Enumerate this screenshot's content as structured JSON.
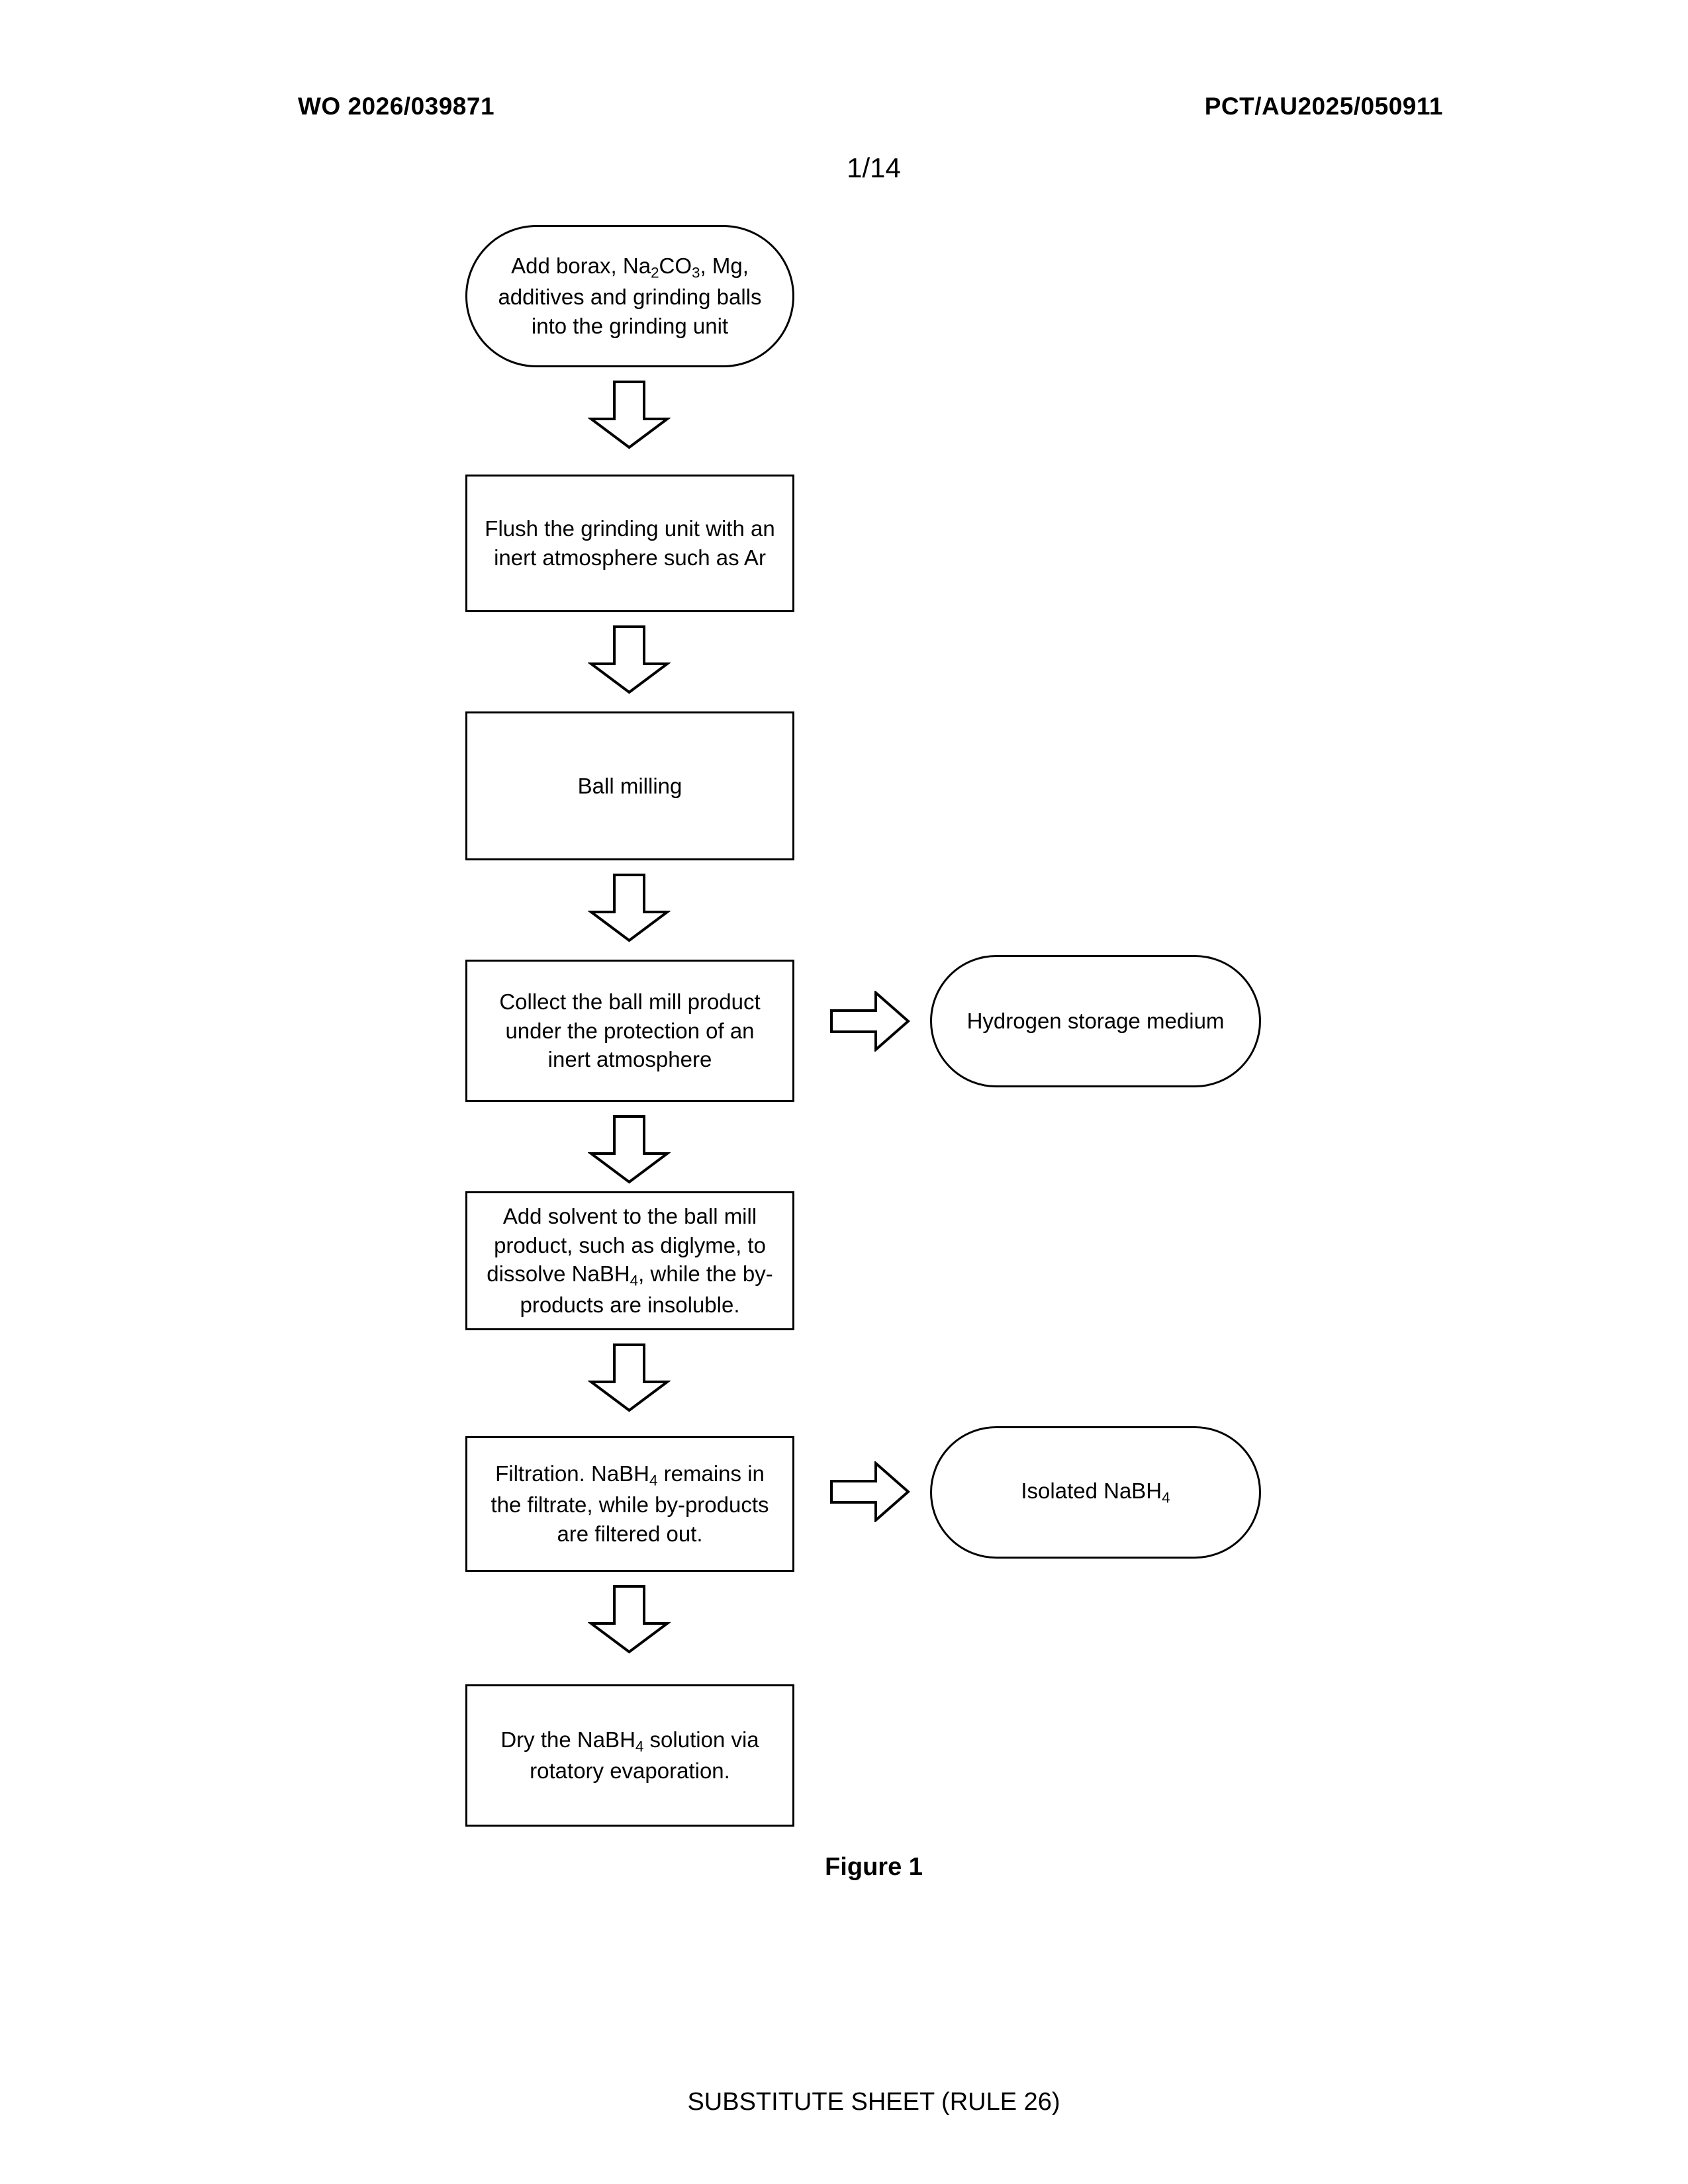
{
  "header": {
    "publication_number": "WO 2026/039871",
    "application_number": "PCT/AU2025/050911"
  },
  "sheet": {
    "number": "1/14"
  },
  "figure": {
    "caption": "Figure 1"
  },
  "footer": {
    "text": "SUBSTITUTE SHEET (RULE 26)"
  },
  "colors": {
    "stroke": "#000000",
    "fill": "#ffffff",
    "text": "#000000"
  },
  "chart_data": {
    "type": "flowchart",
    "title": "Figure 1",
    "orientation": "top-to-bottom",
    "nodes": [
      {
        "id": "n1",
        "shape": "stadium",
        "column": "main",
        "text_plain": "Add borax, Na2CO3, Mg, additives and grinding balls into the grinding unit",
        "lines": [
          [
            {
              "t": "Add borax, Na"
            },
            {
              "t": "2",
              "sub": true
            },
            {
              "t": "CO"
            },
            {
              "t": "3",
              "sub": true
            },
            {
              "t": ", Mg,"
            }
          ],
          [
            {
              "t": "additives and grinding balls"
            }
          ],
          [
            {
              "t": "into the grinding unit"
            }
          ]
        ]
      },
      {
        "id": "n2",
        "shape": "rect",
        "column": "main",
        "text_plain": "Flush the grinding unit with an inert atmosphere such as Ar",
        "lines": [
          [
            {
              "t": "Flush the grinding unit with an"
            }
          ],
          [
            {
              "t": "inert atmosphere such as Ar"
            }
          ]
        ]
      },
      {
        "id": "n3",
        "shape": "rect",
        "column": "main",
        "text_plain": "Ball milling",
        "lines": [
          [
            {
              "t": "Ball milling"
            }
          ]
        ]
      },
      {
        "id": "n4",
        "shape": "rect",
        "column": "main",
        "text_plain": "Collect the ball mill product under the protection of an inert atmosphere",
        "lines": [
          [
            {
              "t": "Collect the ball mill product"
            }
          ],
          [
            {
              "t": "under the protection of an"
            }
          ],
          [
            {
              "t": "inert atmosphere"
            }
          ]
        ]
      },
      {
        "id": "s1",
        "shape": "stadium",
        "column": "side",
        "text_plain": "Hydrogen storage medium",
        "lines": [
          [
            {
              "t": "Hydrogen storage medium"
            }
          ]
        ]
      },
      {
        "id": "n5",
        "shape": "rect",
        "column": "main",
        "text_plain": "Add solvent to the ball mill product, such as diglyme, to dissolve NaBH4, while the by-products are insoluble.",
        "lines": [
          [
            {
              "t": "Add solvent to the ball mill"
            }
          ],
          [
            {
              "t": "product, such as diglyme, to"
            }
          ],
          [
            {
              "t": "dissolve NaBH"
            },
            {
              "t": "4",
              "sub": true
            },
            {
              "t": ", while the by-"
            }
          ],
          [
            {
              "t": "products are insoluble."
            }
          ]
        ]
      },
      {
        "id": "n6",
        "shape": "rect",
        "column": "main",
        "text_plain": "Filtration. NaBH4 remains in the filtrate, while by-products are filtered out.",
        "lines": [
          [
            {
              "t": "Filtration. NaBH"
            },
            {
              "t": "4",
              "sub": true
            },
            {
              "t": " remains in"
            }
          ],
          [
            {
              "t": "the filtrate, while by-products"
            }
          ],
          [
            {
              "t": "are filtered out."
            }
          ]
        ]
      },
      {
        "id": "s2",
        "shape": "stadium",
        "column": "side",
        "text_plain": "Isolated NaBH4",
        "lines": [
          [
            {
              "t": "Isolated NaBH"
            },
            {
              "t": "4",
              "sub": true
            }
          ]
        ]
      },
      {
        "id": "n7",
        "shape": "rect",
        "column": "main",
        "text_plain": "Dry the NaBH4 solution via rotatory evaporation.",
        "lines": [
          [
            {
              "t": "Dry the NaBH"
            },
            {
              "t": "4",
              "sub": true
            },
            {
              "t": " solution via"
            }
          ],
          [
            {
              "t": "rotatory evaporation."
            }
          ]
        ]
      }
    ],
    "edges": [
      {
        "from": "n1",
        "to": "n2",
        "style": "block-arrow",
        "direction": "down"
      },
      {
        "from": "n2",
        "to": "n3",
        "style": "block-arrow",
        "direction": "down"
      },
      {
        "from": "n3",
        "to": "n4",
        "style": "block-arrow",
        "direction": "down"
      },
      {
        "from": "n4",
        "to": "s1",
        "style": "block-arrow",
        "direction": "right"
      },
      {
        "from": "n4",
        "to": "n5",
        "style": "block-arrow",
        "direction": "down"
      },
      {
        "from": "n5",
        "to": "n6",
        "style": "block-arrow",
        "direction": "down"
      },
      {
        "from": "n6",
        "to": "s2",
        "style": "block-arrow",
        "direction": "right"
      },
      {
        "from": "n6",
        "to": "n7",
        "style": "block-arrow",
        "direction": "down"
      }
    ]
  }
}
